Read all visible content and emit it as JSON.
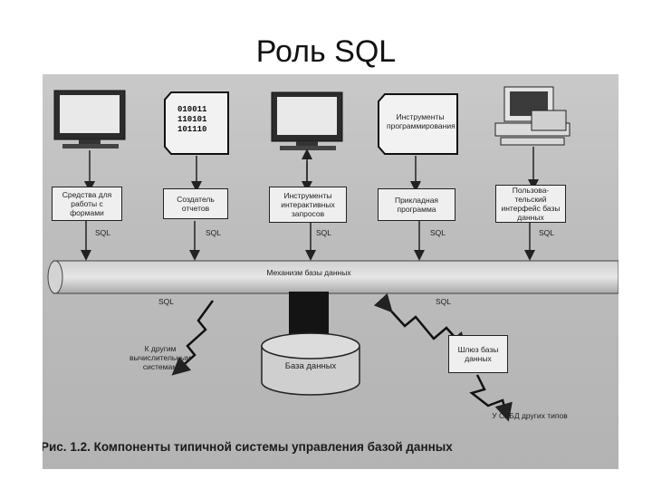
{
  "title": "Роль SQL",
  "diagram": {
    "top_boxes": [
      {
        "label": "Средства для работы с формами"
      },
      {
        "label": "Создатель отчетов"
      },
      {
        "label": "Инструменты интерактивных запросов"
      },
      {
        "label": "Прикладная программа"
      },
      {
        "label": "Пользова-тельский интерфейс базы данных"
      }
    ],
    "sql_label": "SQL",
    "binary_lines": [
      "010011",
      "110101",
      "101110"
    ],
    "programming_tools": "Инструменты программирования",
    "engine_label": "Механизм базы данных",
    "database_label": "База данных",
    "other_systems_label": "К другим вычислительным системам",
    "gateway_label": "Шлюз базы данных",
    "other_dbms_label": "У СУБД других типов",
    "caption": "Рис. 1.2. Компоненты типичной системы управления базой данных"
  }
}
